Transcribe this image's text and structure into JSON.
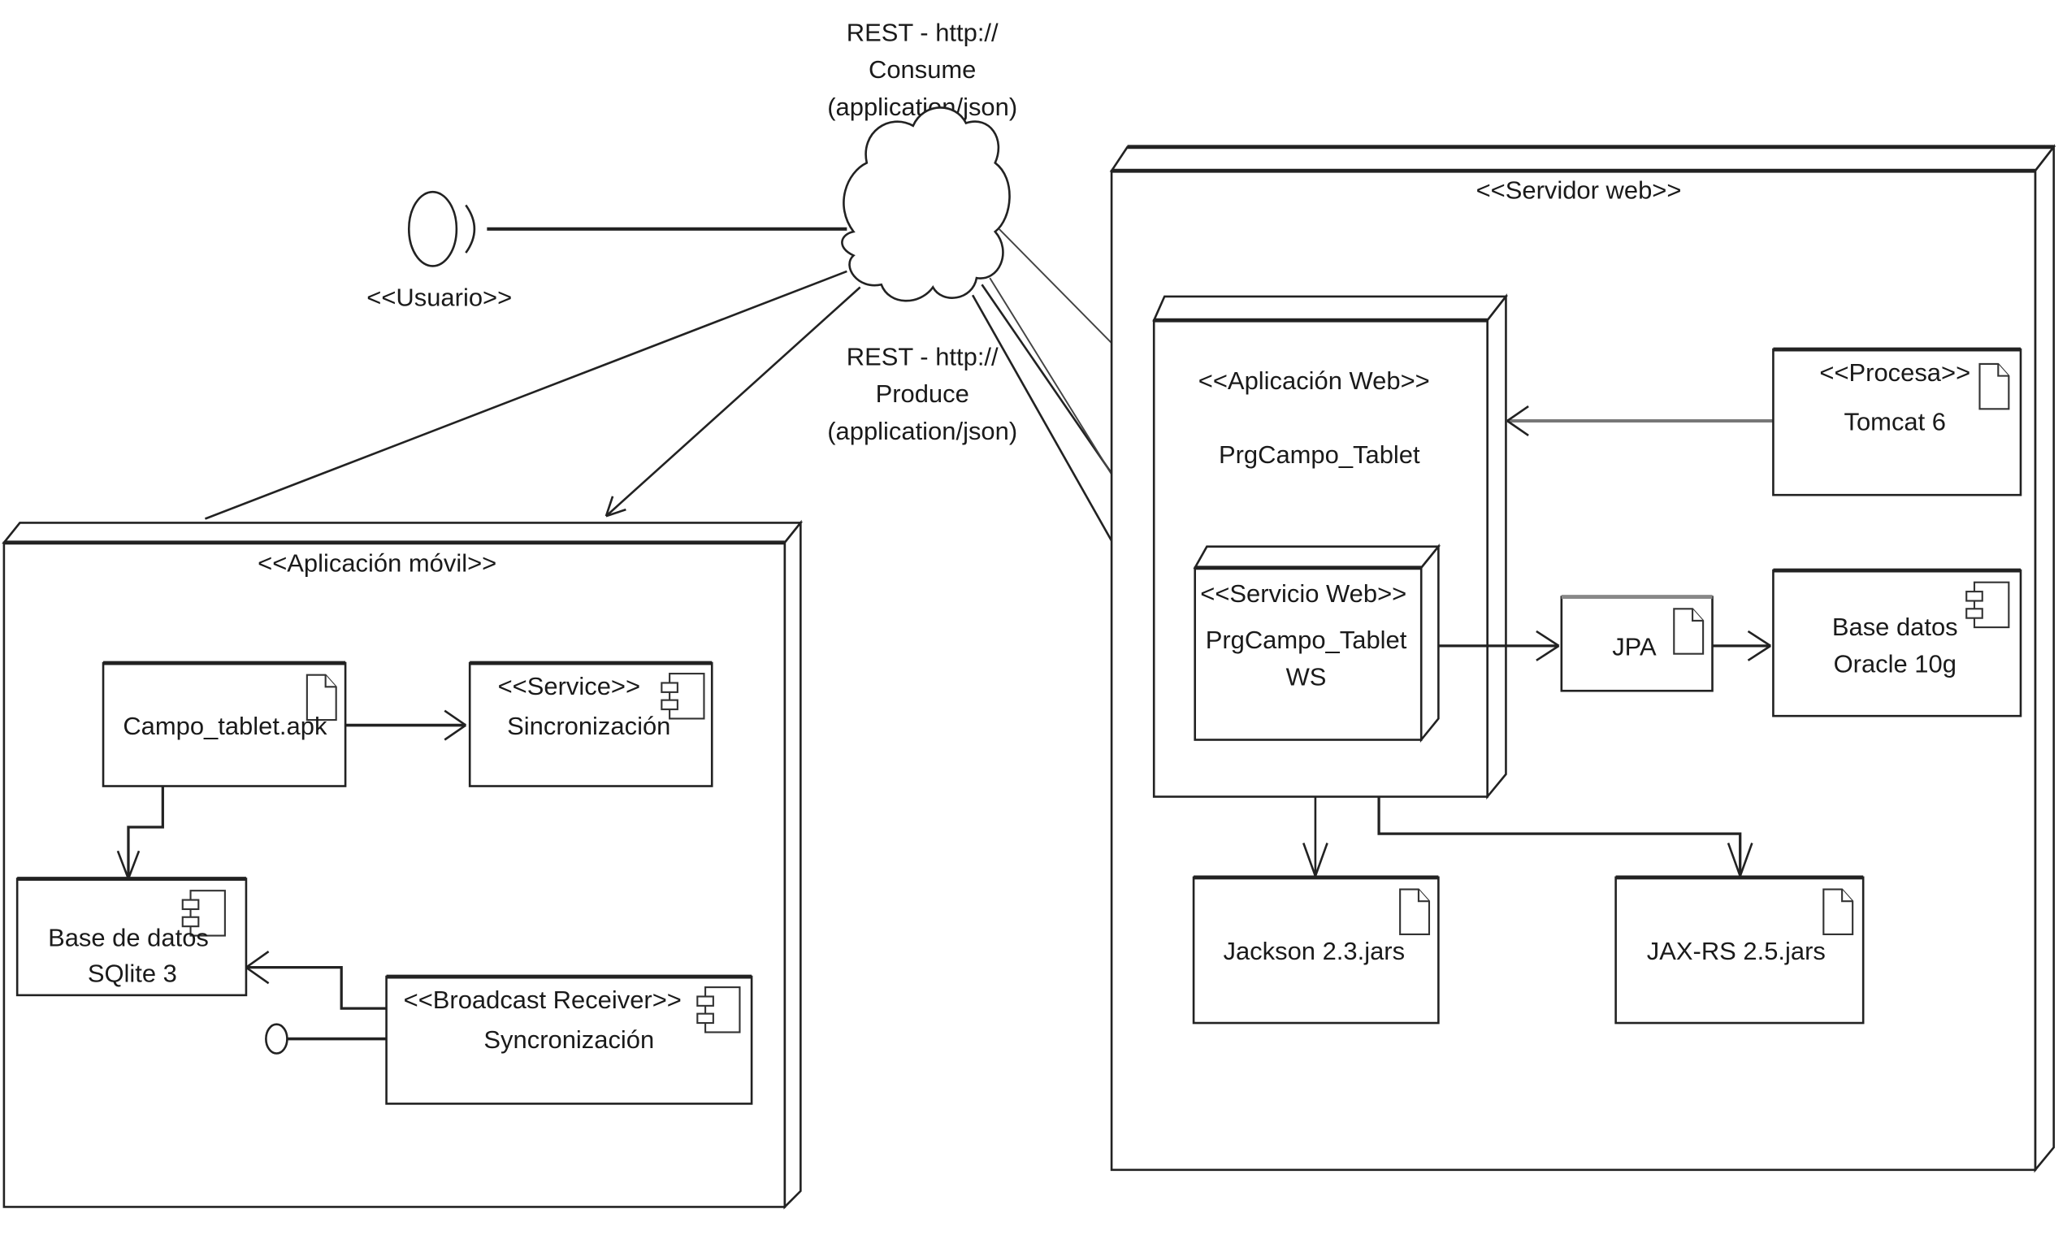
{
  "diagram": {
    "type": "UML deployment diagram",
    "actor": {
      "label": "<<Usuario>>"
    },
    "cloud_labels": {
      "consume": [
        "REST - http://",
        "Consume",
        "(application/json)"
      ],
      "produce": [
        "REST - http://",
        "Produce",
        "(application/json)"
      ]
    },
    "mobile_node": {
      "stereotype": "<<Aplicación móvil>>",
      "apk": {
        "label": "Campo_tablet.apk",
        "icon": "artifact-icon"
      },
      "service": {
        "stereotype": "<<Service>>",
        "label": "Sincronización",
        "icon": "component-icon"
      },
      "sqlite": {
        "lines": [
          "Base de datos",
          "SQlite 3"
        ],
        "icon": "component-icon"
      },
      "receiver": {
        "stereotype": "<<Broadcast Receiver>>",
        "label": "Syncronización",
        "icon": "component-icon"
      }
    },
    "server_node": {
      "stereotype": "<<Servidor web>>",
      "web_app": {
        "stereotype": "<<Aplicación Web>>",
        "label": "PrgCampo_Tablet"
      },
      "web_service": {
        "stereotype": "<<Servicio Web>>",
        "lines": [
          "PrgCampo_Tablet",
          "WS"
        ]
      },
      "tomcat": {
        "stereotype": "<<Procesa>>",
        "label": "Tomcat 6",
        "icon": "artifact-icon"
      },
      "jpa": {
        "label": "JPA",
        "icon": "artifact-icon"
      },
      "oracle": {
        "lines": [
          "Base datos",
          "Oracle 10g"
        ],
        "icon": "component-icon"
      },
      "jackson": {
        "label": "Jackson 2.3.jars",
        "icon": "artifact-icon"
      },
      "jaxrs": {
        "label": "JAX-RS 2.5.jars",
        "icon": "artifact-icon"
      }
    }
  }
}
